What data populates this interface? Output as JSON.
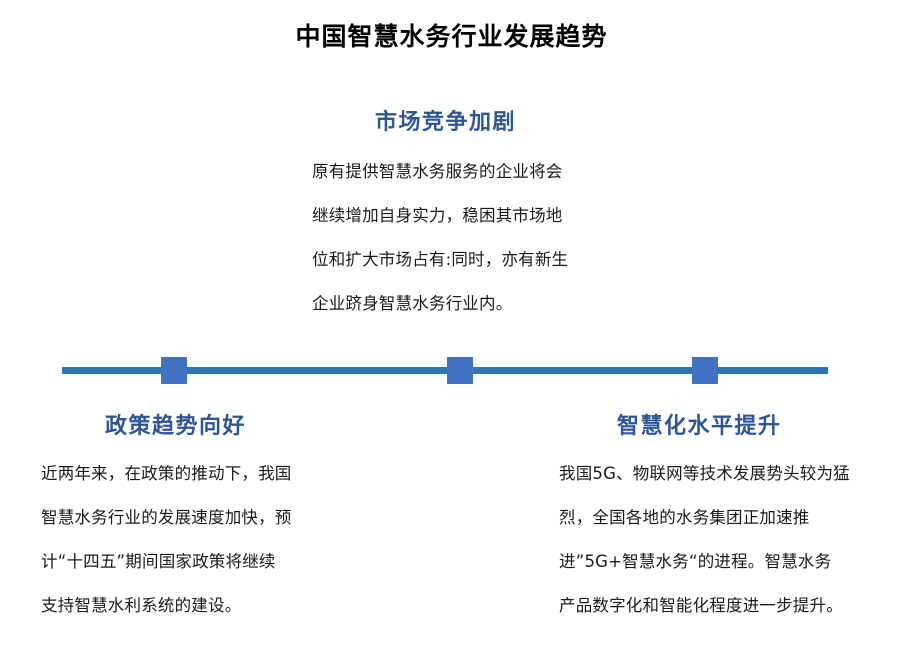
{
  "slide": {
    "title": "中国智慧水务行业发展趋势",
    "background_color": "#ffffff",
    "accent_color": "#2e5597",
    "line_color": "#2e75b6",
    "marker_color": "#4372c4"
  },
  "sections": {
    "top": {
      "heading": "市场竞争加剧",
      "lines": [
        "原有提供智慧水务服务的企业将会",
        "继续增加自身实力，稳困其市场地",
        "位和扩大市场占有:同时，亦有新生",
        "企业跻身智慧水务行业内。"
      ]
    },
    "left": {
      "heading": "政策趋势向好",
      "lines": [
        "近两年来，在政策的推动下，我国",
        "智慧水务行业的发展速度加快，预",
        "计“十四五”期间国家政策将继续",
        "支持智慧水利系统的建设。"
      ]
    },
    "right": {
      "heading": "智慧化水平提升",
      "lines": [
        "我国5G、物联网等技术发展势头较为猛",
        "烈，全国各地的水务集团正加速推",
        "进”5G+智慧水务“的进程。智慧水务",
        "产品数字化和智能化程度进一步提升。"
      ]
    }
  },
  "timeline": {
    "markers": [
      "marker-left",
      "marker-center",
      "marker-right"
    ]
  }
}
